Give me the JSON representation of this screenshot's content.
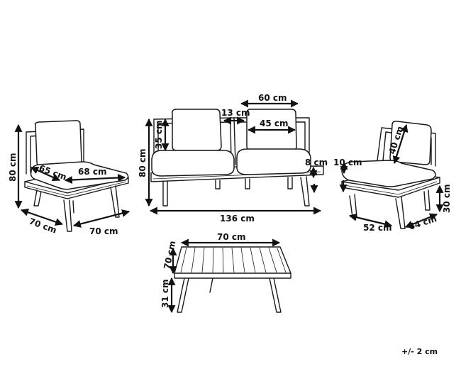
{
  "armchair_left": {
    "height": "80 cm",
    "seat_depth": "65 cm",
    "seat_width": "68 cm",
    "depth": "70 cm",
    "width": "70 cm"
  },
  "sofa": {
    "backrest_width": "60 cm",
    "gap": "13 cm",
    "cushion_width": "45 cm",
    "back_height": "35 cm",
    "height": "80 cm",
    "seat_thickness": "8 cm",
    "width": "136 cm"
  },
  "armchair_right": {
    "back_height": "40 cm",
    "cushion_thickness": "10 cm",
    "seat_height": "30 cm",
    "depth": "52 cm",
    "width": "64 cm"
  },
  "table": {
    "length": "70 cm",
    "width": "70 cm",
    "height": "31 cm"
  },
  "tolerance": "+/- 2 cm"
}
